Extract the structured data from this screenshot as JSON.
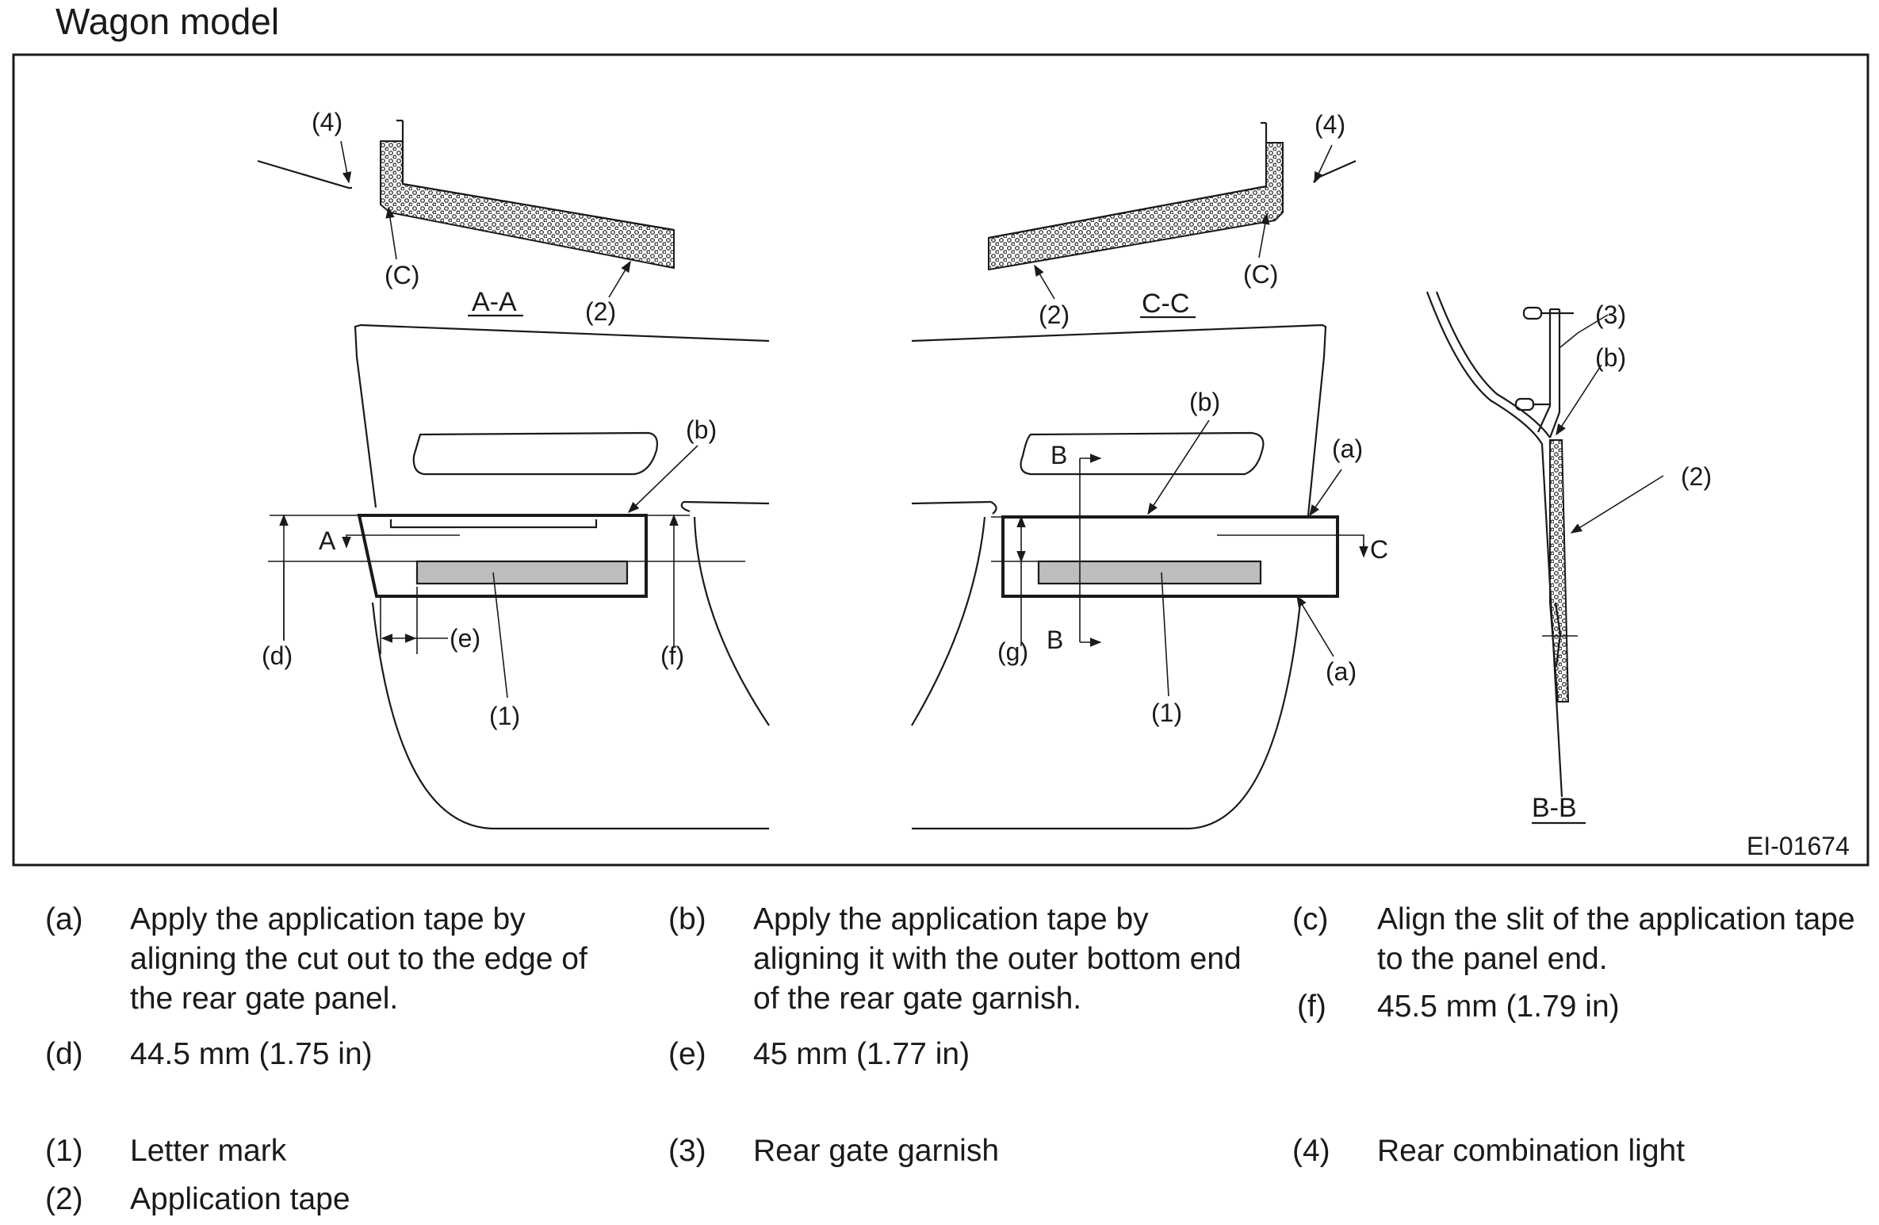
{
  "title": "Wagon model",
  "figure_id": "EI-01674",
  "section_labels": {
    "aa": "A-A",
    "cc": "C-C",
    "bb": "B-B"
  },
  "cut_markers": {
    "a": "A",
    "b": "B",
    "c": "C"
  },
  "callouts": {
    "n1": "(1)",
    "n2": "(2)",
    "n3": "(3)",
    "n4": "(4)",
    "uc": "(C)",
    "a": "(a)",
    "b": "(b)",
    "d": "(d)",
    "e": "(e)",
    "f": "(f)",
    "g": "(g)"
  },
  "notes": [
    {
      "key": "(a)",
      "text": "Apply the application tape by aligning the cut out to the edge of the rear gate panel."
    },
    {
      "key": "(b)",
      "text": "Apply the application tape by aligning it with the outer bottom end of the rear gate garnish."
    },
    {
      "key": "(c)",
      "text": "Align the slit of the application tape to the panel end."
    },
    {
      "key": "(f)",
      "text": "45.5 mm (1.79 in)"
    },
    {
      "key": "(d)",
      "text": "44.5 mm (1.75 in)"
    },
    {
      "key": "(e)",
      "text": "45 mm (1.77 in)"
    }
  ],
  "parts": [
    {
      "key": "(1)",
      "text": "Letter mark"
    },
    {
      "key": "(3)",
      "text": "Rear gate garnish"
    },
    {
      "key": "(4)",
      "text": "Rear combination light"
    },
    {
      "key": "(2)",
      "text": "Application tape"
    }
  ]
}
